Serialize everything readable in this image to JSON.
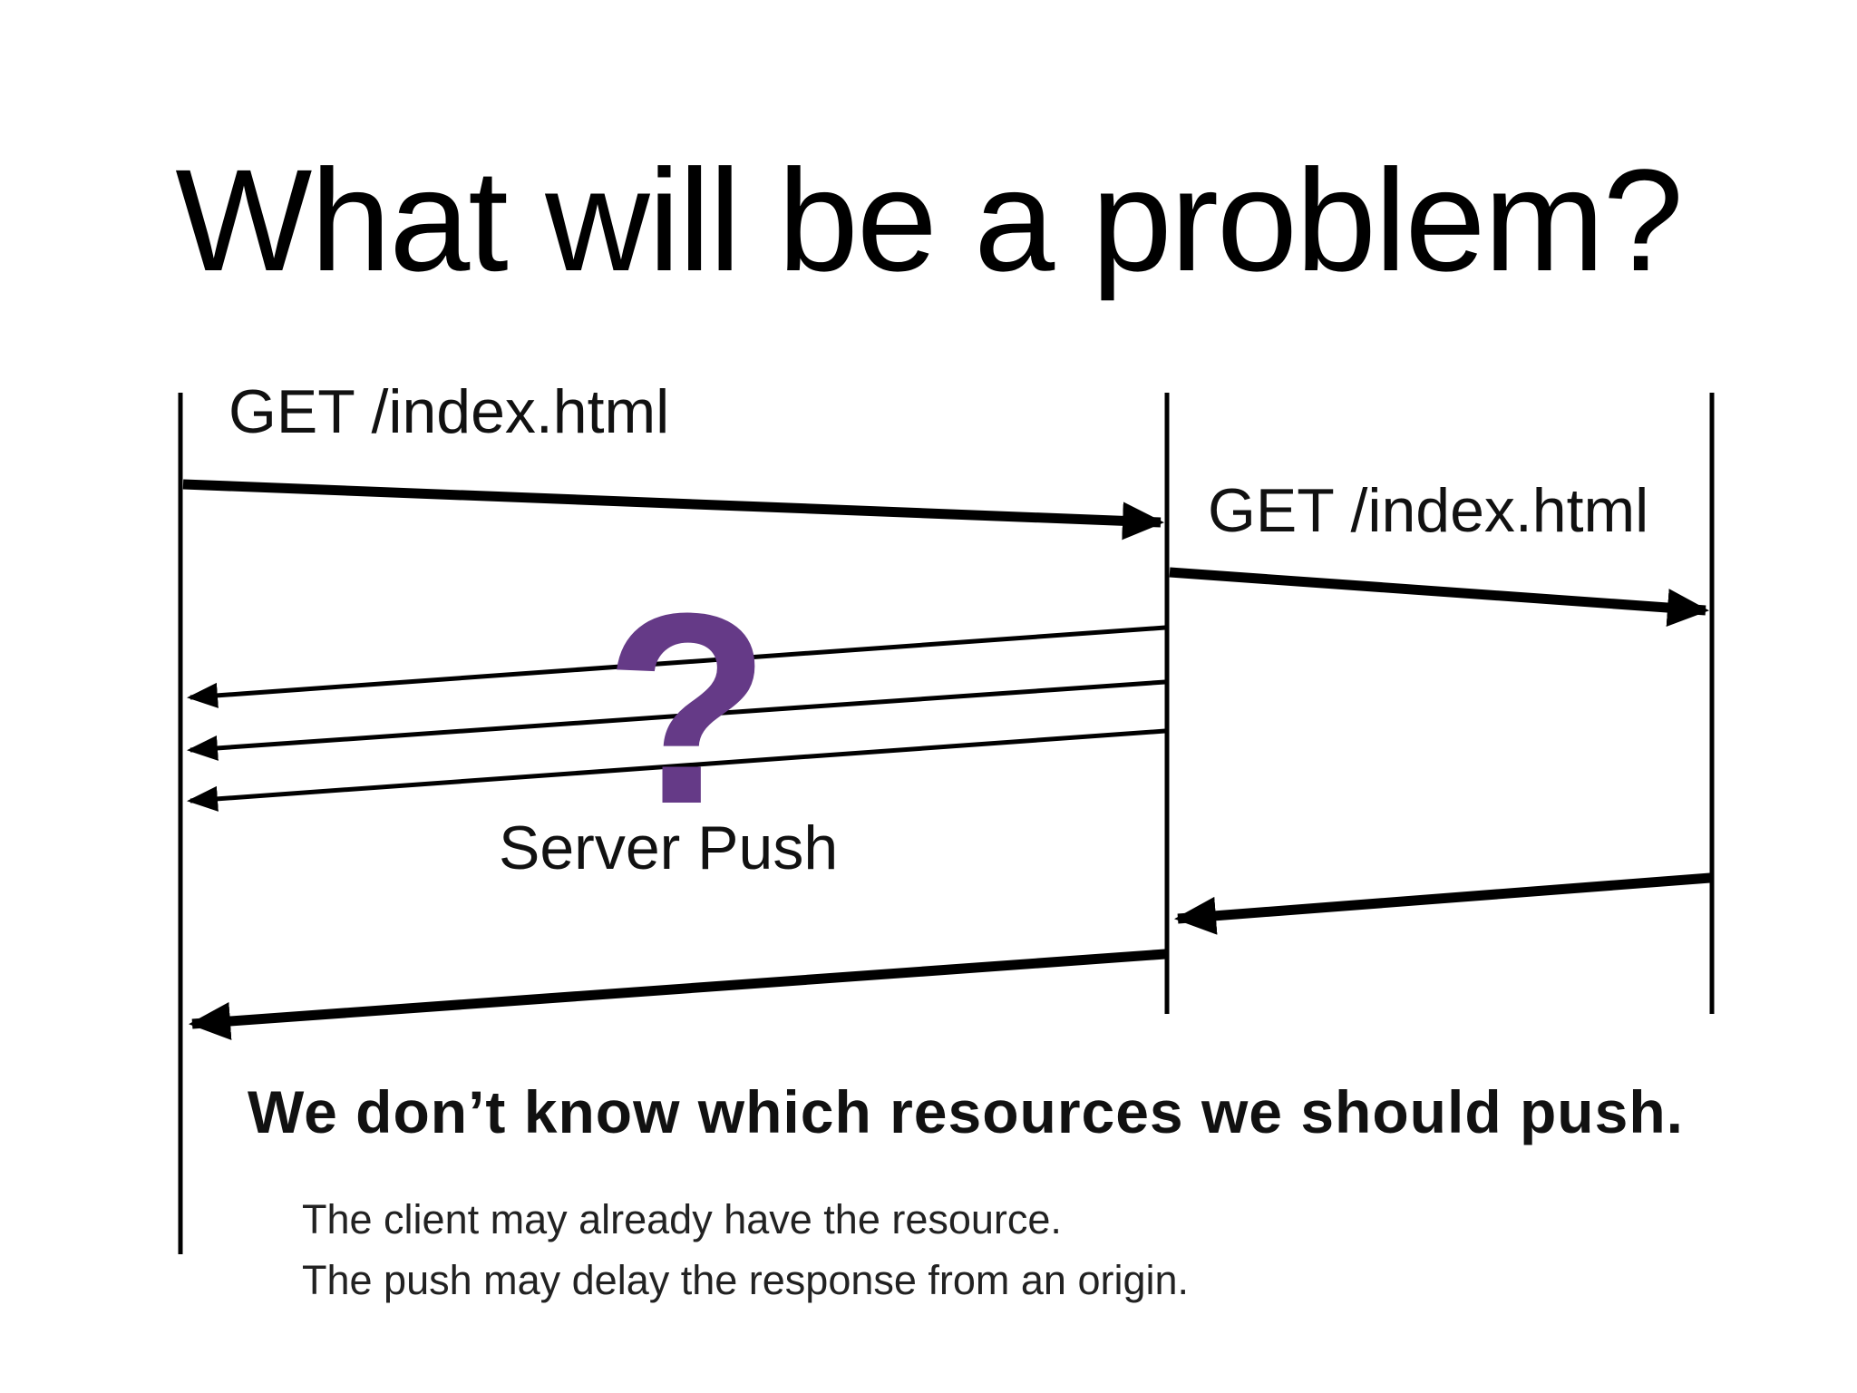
{
  "slide": {
    "title": "What will be a problem?",
    "diagram": {
      "request1_label": "GET /index.html",
      "request2_label": "GET /index.html",
      "server_push_label": "Server Push",
      "question_mark": "?",
      "colors": {
        "accent_purple": "#653A87",
        "line_black": "#000000"
      }
    },
    "conclusion": "We don’t know which resources we should push.",
    "notes": [
      "The client may already have the resource.",
      "The push may delay the response from an origin."
    ]
  }
}
